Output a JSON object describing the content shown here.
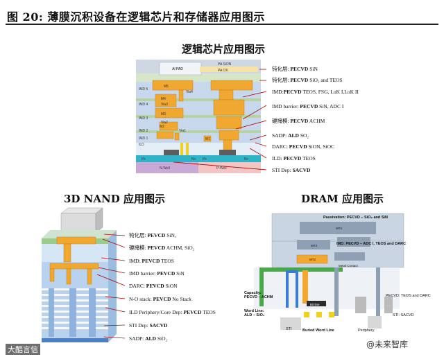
{
  "header": {
    "title": "图 20:  薄膜沉积设备在逻辑芯片和存储器应用图示"
  },
  "logic": {
    "title": "逻辑芯片应用图示",
    "diagram_labels": [
      "Al PAD",
      "PA SiON",
      "PA OX",
      "M5",
      "Via4",
      "IMD 5",
      "M4",
      "Via3",
      "IMD 4",
      "M3",
      "Via2",
      "IMD 3",
      "M2",
      "Via1",
      "IMD 2",
      "IMD 1",
      "M1",
      "ILD",
      "P+",
      "N+",
      "N-Well",
      "P-Well"
    ],
    "callouts": [
      {
        "pre": "钝化层: ",
        "bold": "PECVD",
        "post": " SiN"
      },
      {
        "pre": "钝化层: ",
        "bold": "PECVD",
        "post": " SiO₂ and TEOS"
      },
      {
        "pre": "IMD:",
        "bold": "PECVD",
        "post": " TEOS, FSG, LoK I,LoK II"
      },
      {
        "pre": "IMD barrier: ",
        "bold": "PECVD",
        "post": " SiN, ADC I"
      },
      {
        "pre": "硬掩模: ",
        "bold": "PECVD",
        "post": " ACHM"
      },
      {
        "pre": "SADP: ",
        "bold": "ALD",
        "post": " SO₂"
      },
      {
        "pre": "DARC: ",
        "bold": "PECVD",
        "post": " SiON, SiOC"
      },
      {
        "pre": "ILD: ",
        "bold": "PECVD",
        "post": " TEOS"
      },
      {
        "pre": "STI Dep: ",
        "bold": "SACVD",
        "post": ""
      }
    ]
  },
  "nand": {
    "title": "3D NAND 应用图示",
    "callouts": [
      {
        "pre": "钝化层: ",
        "bold": "PEVCD",
        "post": " SiN,"
      },
      {
        "pre": "硬掩模: ",
        "bold": "PEVCD",
        "post": " ACHM, SiO₂"
      },
      {
        "pre": "IMD: ",
        "bold": "PEVCD",
        "post": " TEOS"
      },
      {
        "pre": "IMD barrier: ",
        "bold": "PEVCD",
        "post": " SiN"
      },
      {
        "pre": "DARC: ",
        "bold": "PEVCD",
        "post": " SiON"
      },
      {
        "pre": "N-O stack: ",
        "bold": "PEVCD",
        "post": " No Stack"
      },
      {
        "pre": "ILD Periphery/Core Dep: ",
        "bold": "PEVCD",
        "post": " TEOS"
      },
      {
        "pre": "STI Dep: ",
        "bold": "SACVD",
        "post": ""
      },
      {
        "pre": "SADP: ",
        "bold": "ALD",
        "post": " SiO₂"
      }
    ]
  },
  "dram": {
    "title": "DRAM 应用图示",
    "labels": {
      "passivation": "Passivation: PECVD – SiO₂ and SiN",
      "imd": "IMD: PECVD – ADC Ⅰ, TEOS and DARC",
      "mt4": "MT4",
      "mt3": "MT3",
      "mt2": "MT2",
      "metal_contact": "Metal Contact",
      "capacity": "Capacity:\nPECVD – ACHM",
      "word_line": "Word Line:\nALD – SiO₂",
      "bit_line": "Bit line",
      "buried": "Buried Word Line",
      "sti_left": "STI",
      "periphery": "Periphery",
      "pecvd_teos": "PECVD: TEOS and DARC",
      "sti_sacvd": "STI: SACVD"
    }
  },
  "watermarks": {
    "left": "大酷言信",
    "right": "@未来智库"
  }
}
